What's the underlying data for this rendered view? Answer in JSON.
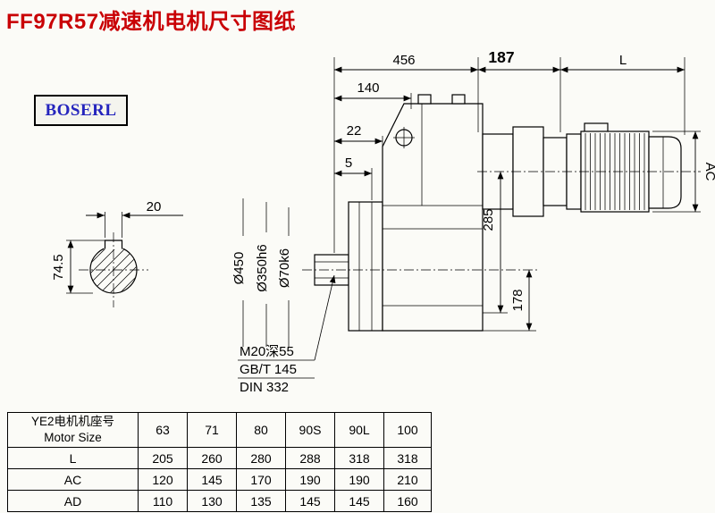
{
  "page": {
    "title": "FF97R57减速机电机尺寸图纸",
    "logo": "BOSERL"
  },
  "drawing": {
    "dim_456": "456",
    "dim_187": "187",
    "dim_L": "L",
    "dim_140": "140",
    "dim_22": "22",
    "dim_5": "5",
    "dim_285": "285",
    "dim_AC": "AC",
    "dim_178": "178",
    "dia_450": "Ø450",
    "dia_350": "Ø350h6",
    "dia_70": "Ø70k6",
    "dim_20": "20",
    "dim_74_5": "74.5",
    "note_m20": "M20深55",
    "note_gbt": "GB/T 145",
    "note_din": "DIN 332"
  },
  "table": {
    "motor_size_label_cn": "YE2电机机座号",
    "motor_size_label_en": "Motor Size",
    "sizes": [
      "63",
      "71",
      "80",
      "90S",
      "90L",
      "100"
    ],
    "rows": [
      {
        "label": "L",
        "values": [
          "205",
          "260",
          "280",
          "288",
          "318",
          "318"
        ]
      },
      {
        "label": "AC",
        "values": [
          "120",
          "145",
          "170",
          "190",
          "190",
          "210"
        ]
      },
      {
        "label": "AD",
        "values": [
          "110",
          "130",
          "135",
          "145",
          "145",
          "160"
        ]
      }
    ]
  },
  "colors": {
    "title_red": "#c90005",
    "logo_blue": "#2424bd",
    "line_black": "#000000"
  }
}
